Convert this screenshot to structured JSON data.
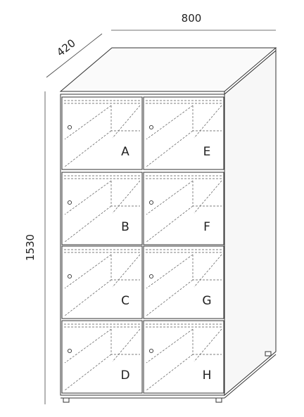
{
  "dimensions": {
    "width": "800",
    "depth": "420",
    "height": "1530"
  },
  "doors": [
    {
      "label": "A"
    },
    {
      "label": "B"
    },
    {
      "label": "C"
    },
    {
      "label": "D"
    },
    {
      "label": "E"
    },
    {
      "label": "F"
    },
    {
      "label": "G"
    },
    {
      "label": "H"
    }
  ]
}
